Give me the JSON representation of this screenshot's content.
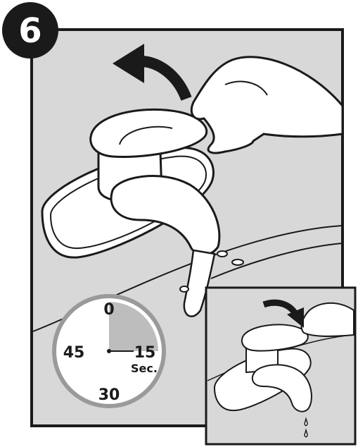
{
  "step": {
    "number": "6"
  },
  "timer": {
    "top_label": "0",
    "right_label": "15",
    "unit_label": "Sec.",
    "bottom_label": "30",
    "left_label": "45",
    "elapsed_seconds": 15,
    "total_seconds": 60
  },
  "colors": {
    "panel_background": "#d8d8d8",
    "line": "#1a1a1a",
    "timer_ring": "#9a9a9a",
    "timer_fill": "#bdbdbd",
    "badge": "#1a1a1a"
  },
  "icons": {
    "main_arrow": "curved-arrow-up-left-icon",
    "inset_arrow": "curved-arrow-down-right-icon"
  }
}
